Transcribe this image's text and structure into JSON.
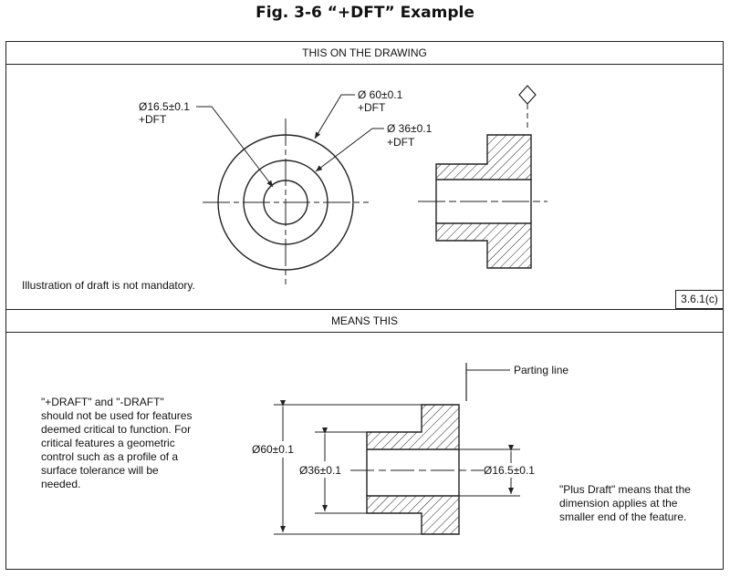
{
  "figure": {
    "title": "Fig. 3-6    “+DFT” Example"
  },
  "top_panel": {
    "header": "THIS ON THE DRAWING",
    "callout_small": {
      "dim": "Ø16.5±0.1",
      "note": "+DFT"
    },
    "callout_outer": {
      "dim": "Ø 60±0.1",
      "note": "+DFT"
    },
    "callout_mid": {
      "dim": "Ø 36±0.1",
      "note": "+DFT"
    },
    "footnote": "Illustration of draft is not mandatory.",
    "reference": "3.6.1(c)"
  },
  "bottom_panel": {
    "header": "MEANS THIS",
    "parting_line_label": "Parting line",
    "dim_outer": "Ø60±0.1",
    "dim_mid": "Ø36±0.1",
    "dim_inner": "Ø16.5±0.1",
    "note_left": "\"+DRAFT\" and \"-DRAFT\" should not be used for features deemed critical to function.  For critical features a geometric control such as a profile of a surface tolerance will be needed.",
    "note_right": "\"Plus Draft\" means that the dimension applies at the smaller end of the feature."
  },
  "colors": {
    "line": "#222222",
    "background": "#ffffff"
  }
}
